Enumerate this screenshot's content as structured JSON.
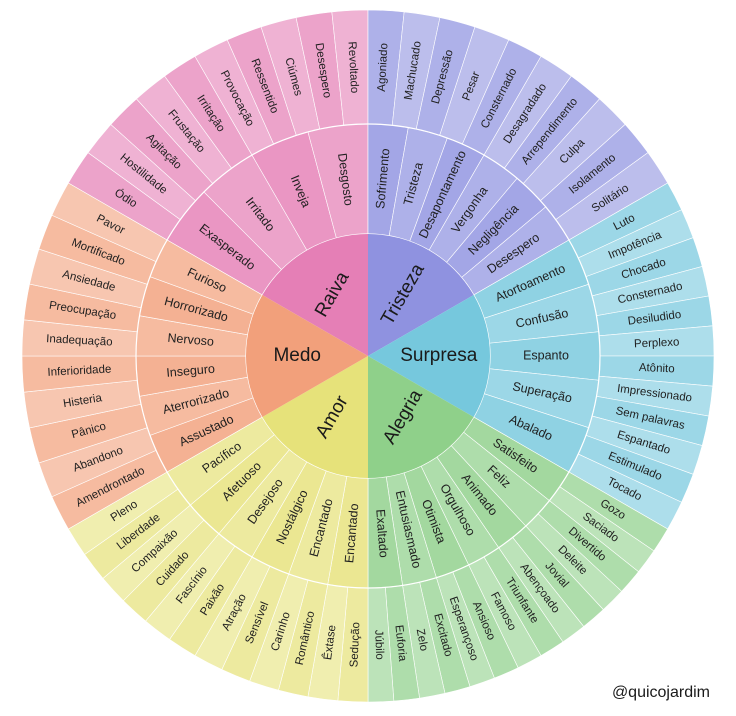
{
  "credit": "@quicojardim",
  "wheel": [
    {
      "name": "Raiva",
      "color": "#e57fb6",
      "mid": [
        "Exasperado",
        "Irritado",
        "Inveja",
        "Desgosto"
      ],
      "outer": [
        "Ódio",
        "Hostilidade",
        "Agitação",
        "Frustação",
        "Irritação",
        "Provocação",
        "Ressentido",
        "Ciúmes",
        "Desespero",
        "Revoltado"
      ]
    },
    {
      "name": "Tristeza",
      "color": "#8f92e0",
      "mid": [
        "Sofrimento",
        "Tristeza",
        "Desapontamento",
        "Vergonha",
        "Negligência",
        "Desespero"
      ],
      "outer": [
        "Agoniado",
        "Machucado",
        "Depressão",
        "Pesar",
        "Consternado",
        "Desagradado",
        "Arrependimento",
        "Culpa",
        "Isolamento",
        "Solitário"
      ]
    },
    {
      "name": "Surpresa",
      "color": "#76c8dd",
      "mid": [
        "Atortoamento",
        "Confusão",
        "Espanto",
        "Superação",
        "Abalado"
      ],
      "outer": [
        "Luto",
        "Impotência",
        "Chocado",
        "Consternado",
        "Desiludido",
        "Perplexo",
        "Atônito",
        "Impressionado",
        "Sem palavras",
        "Espantado",
        "Estimulado",
        "Tocado"
      ]
    },
    {
      "name": "Alegria",
      "color": "#8fd08a",
      "mid": [
        "Satisfeito",
        "Feliz",
        "Animado",
        "Orgulhoso",
        "Otimista",
        "Entusiasmado",
        "Exaltado"
      ],
      "outer": [
        "Gozo",
        "Saciado",
        "Divertido",
        "Deleite",
        "Jovial",
        "Abençoado",
        "Triunfante",
        "Famoso",
        "Ansioso",
        "Esperançoso",
        "Excitado",
        "Zelo",
        "Euforia",
        "Júbilo"
      ]
    },
    {
      "name": "Amor",
      "color": "#e6e27a",
      "mid": [
        "Encantado",
        "Encantado",
        "Nostálgico",
        "Desejoso",
        "Afetuoso",
        "Pacífico"
      ],
      "outer": [
        "Sedução",
        "Êxtase",
        "Romântico",
        "Carinho",
        "Sensível",
        "Atração",
        "Paixão",
        "Fascínio",
        "Cuidado",
        "Compaixão",
        "Liberdade",
        "Pleno"
      ]
    },
    {
      "name": "Medo",
      "color": "#f2a07b",
      "mid": [
        "Assustado",
        "Aterrorizado",
        "Inseguro",
        "Nervoso",
        "Horrorizado",
        "Furioso"
      ],
      "outer": [
        "Amendrontado",
        "Abandono",
        "Pânico",
        "Histeria",
        "Inferioridade",
        "Inadequação",
        "Preocupação",
        "Ansiedade",
        "Mortificado",
        "Pavor"
      ]
    }
  ]
}
